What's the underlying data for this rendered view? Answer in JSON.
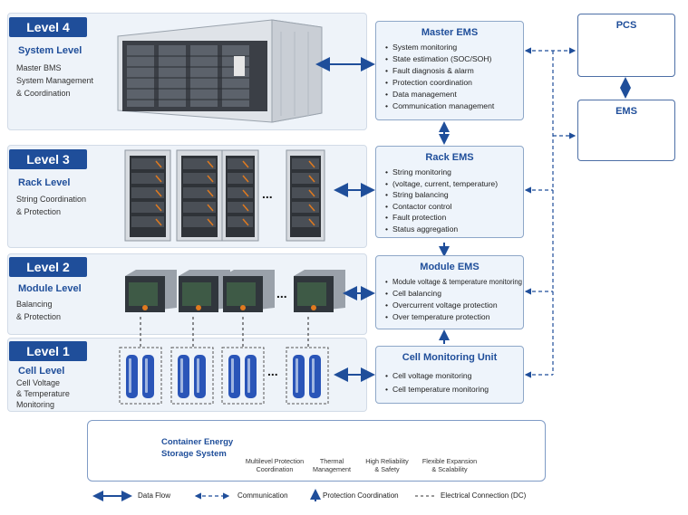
{
  "levels": [
    {
      "tab": "Level 4",
      "name": "System Level",
      "desc": [
        "Master BMS",
        "System Management",
        "& Coordination"
      ]
    },
    {
      "tab": "Level 3",
      "name": "Rack Level",
      "desc": [
        "String Coordination",
        "& Protection"
      ]
    },
    {
      "tab": "Level 2",
      "name": "Module Level",
      "desc": [
        "Balancing",
        "& Protection"
      ]
    },
    {
      "tab": "Level 1",
      "name": "Cell Level",
      "desc": [
        "Cell Voltage",
        "& Temperature",
        "Monitoring"
      ]
    }
  ],
  "boxes": [
    {
      "title": "Master EMS",
      "items": [
        "System monitoring",
        "State estimation (SOC/SOH)",
        "Fault diagnosis & alarm",
        "Protection coordination",
        "Data management",
        "Communication management"
      ]
    },
    {
      "title": "Rack EMS",
      "items": [
        "String monitoring",
        "(voltage, current, temperature)",
        "String balancing",
        "Contactor control",
        "Fault protection",
        "Status aggregation"
      ]
    },
    {
      "title": "Module EMS",
      "items": [
        "Module voltage & temperature monitoring",
        "Cell balancing",
        "Overcurrent voltage protection",
        "Over temperature protection"
      ]
    },
    {
      "title": "Cell Monitoring Unit",
      "items": [
        "Cell voltage monitoring",
        "Cell temperature monitoring"
      ]
    }
  ],
  "side": {
    "pcs": "PCS",
    "ems": "EMS"
  },
  "ellipsis": "...",
  "summary": {
    "title_line1": "Container Energy",
    "title_line2": "Storage System",
    "features": [
      {
        "icon": "shield-check-icon",
        "label1": "Multilevel Protection",
        "label2": "Coordination"
      },
      {
        "icon": "thermometer-icon",
        "label1": "Thermal",
        "label2": "Management"
      },
      {
        "icon": "heartbeat-monitor-icon",
        "label1": "High Reliability",
        "label2": "& Safety"
      },
      {
        "icon": "sliders-icon",
        "label1": "Flexible Expansion",
        "label2": "& Scalability"
      }
    ]
  },
  "legend": [
    {
      "type": "data-flow",
      "label": "Data Flow"
    },
    {
      "type": "communication",
      "label": "Communication"
    },
    {
      "type": "protection",
      "label": "Protection Coordination"
    },
    {
      "type": "electrical",
      "label": "Electrical Connection (DC)"
    }
  ],
  "colors": {
    "primary": "#1f4e9a",
    "panel": "#eef3f9",
    "box_border": "#8ea7c8",
    "battery": "#2a55b8"
  }
}
